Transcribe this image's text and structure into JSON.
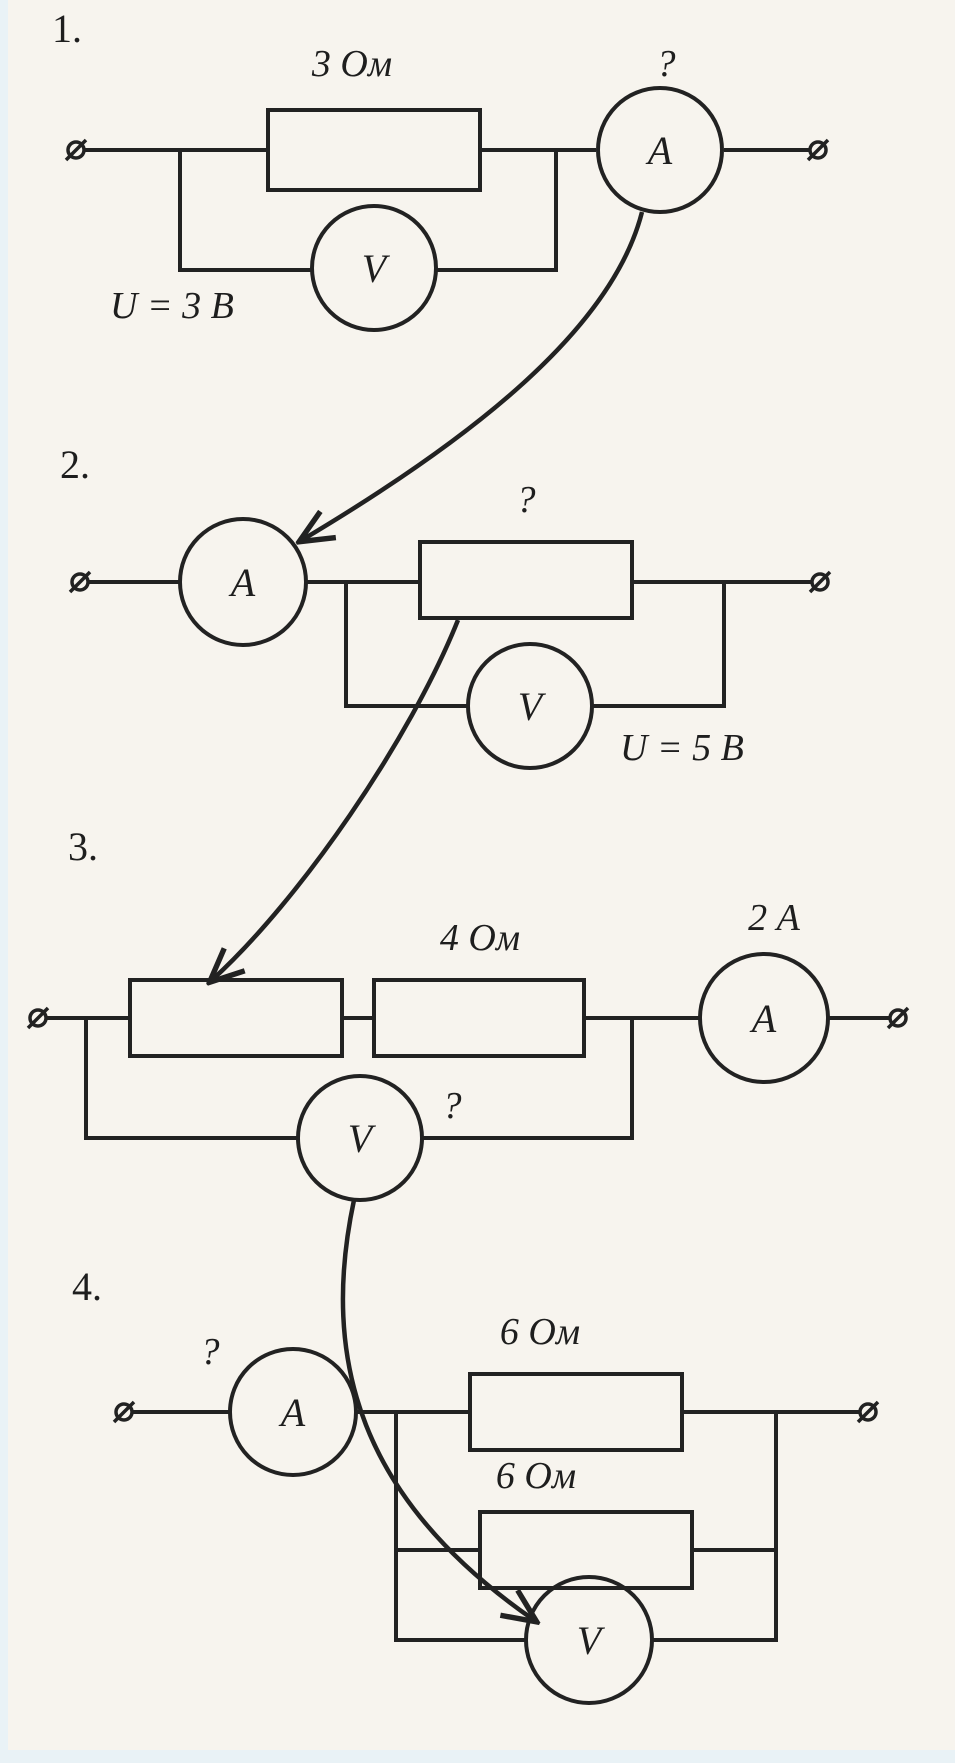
{
  "page": {
    "background_color": "#e9f2f6",
    "paper_color": "#f7f4ee",
    "ink_color": "#1e1e1e"
  },
  "circuits": [
    {
      "number": "1.",
      "resistor_labels": [
        "3 Ом"
      ],
      "ammeter_letter": "A",
      "ammeter_value": "?",
      "voltmeter_letter": "V",
      "voltmeter_value": "U = 3 В"
    },
    {
      "number": "2.",
      "resistor_labels": [
        "?"
      ],
      "ammeter_letter": "A",
      "voltmeter_letter": "V",
      "voltmeter_value": "U = 5 В"
    },
    {
      "number": "3.",
      "resistor_labels": [
        "4 Ом"
      ],
      "ammeter_letter": "A",
      "ammeter_value": "2 А",
      "voltmeter_letter": "V",
      "voltmeter_value": "?"
    },
    {
      "number": "4.",
      "resistor_labels": [
        "6 Ом",
        "6 Ом"
      ],
      "ammeter_letter": "A",
      "ammeter_value": "?",
      "voltmeter_letter": "V"
    }
  ]
}
